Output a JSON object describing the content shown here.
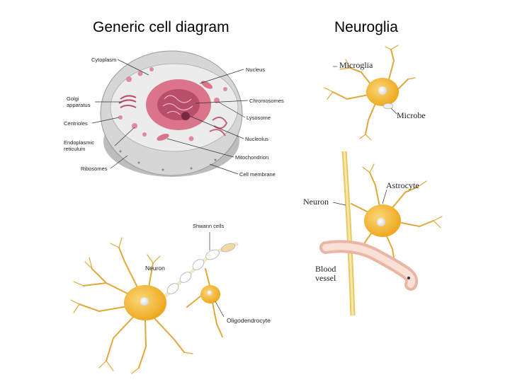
{
  "titles": {
    "left": "Generic cell diagram",
    "right": "Neuroglia"
  },
  "cell_labels": {
    "cytoplasm": "Cytoplasm",
    "nucleus": "Nucleus",
    "golgi_1": "Golgi",
    "golgi_2": "apparatus",
    "chromosomes": "Chromosomes",
    "centrioles": "Centrioles",
    "lysosome": "Lysosome",
    "er_1": "Endoplasmic",
    "er_2": "reticulum",
    "nucleolus": "Nucleolus",
    "mitochondrion": "Mitochondrion",
    "ribosomes": "Ribosomes",
    "cell_membrane": "Cell membrane"
  },
  "neuron_labels": {
    "shwann": "Shwann cells",
    "neuron": "Neuron",
    "oligodendrocyte": "Oligodendrocyte"
  },
  "glia_labels": {
    "microglia": "Microglia",
    "microbe": "Microbe",
    "astrocyte": "Astrocyte",
    "neuron": "Neuron",
    "blood_1": "Blood",
    "blood_2": "vessel"
  },
  "colors": {
    "neuron_body": "#f2b630",
    "dendrite": "#e0a83a",
    "nucleus_pink": "#d9748a",
    "cell_gray": "#cfcfcf",
    "vessel": "#f0c8b8"
  }
}
